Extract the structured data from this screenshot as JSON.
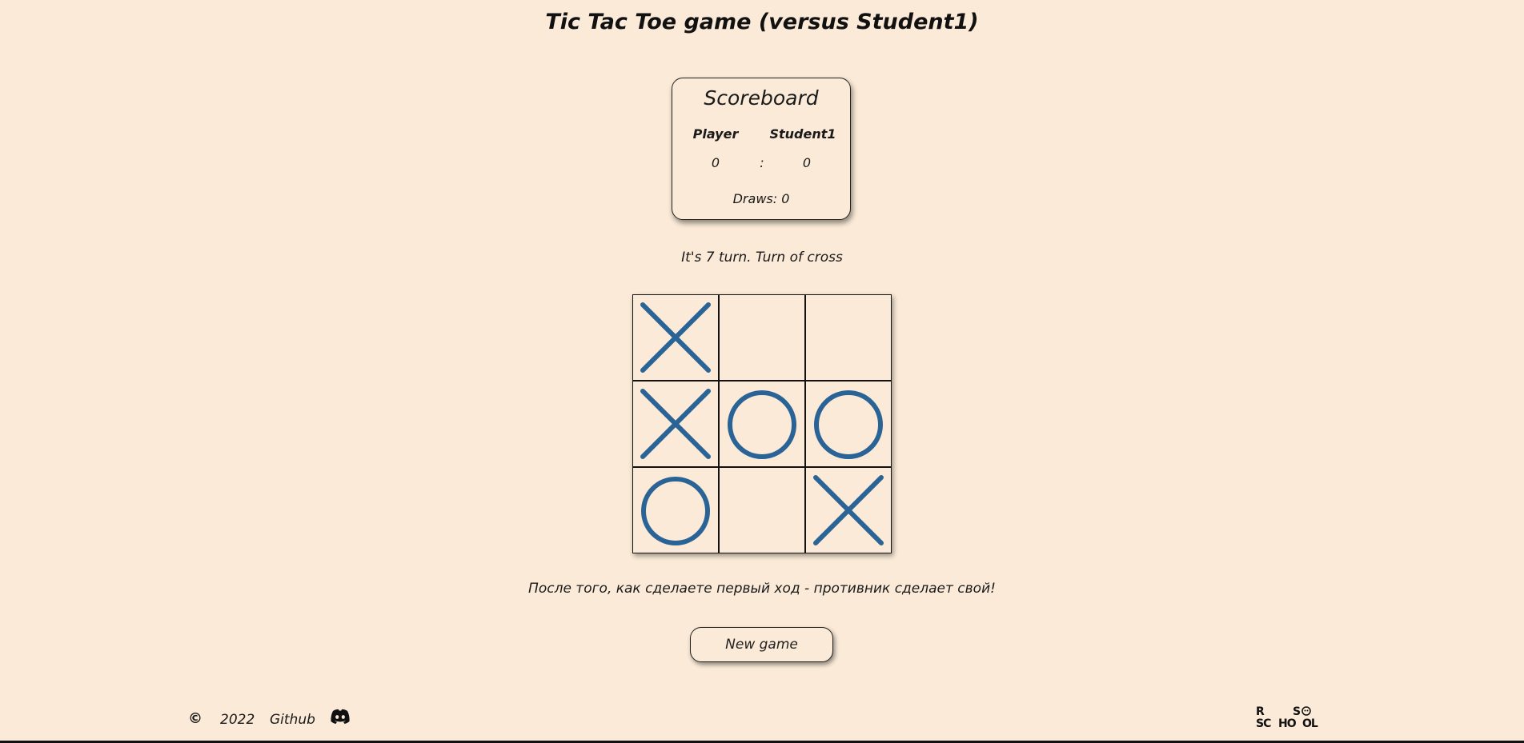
{
  "header": {
    "title": "Tic Tac Toe game (versus Student1)"
  },
  "scoreboard": {
    "title": "Scoreboard",
    "player_name": "Player",
    "opponent_name": "Student1",
    "player_score": "0",
    "separator": ":",
    "opponent_score": "0",
    "draws": "Draws: 0"
  },
  "status": {
    "turn_text": "It's 7 turn. Turn of cross"
  },
  "board": {
    "cells": [
      "X",
      "",
      "",
      "X",
      "O",
      "O",
      "O",
      "",
      "X"
    ],
    "mark_color": "#2a6395"
  },
  "hint": {
    "text": "После того, как сделаете первый ход - противник сделает свой!"
  },
  "controls": {
    "new_game_label": "New game"
  },
  "footer": {
    "copyright_symbol": "©",
    "year": "2022",
    "github_label": "Github",
    "discord_icon": "discord-icon",
    "logo_icon": "rs-school-logo",
    "logo_text": "RS SCHOOL"
  },
  "colors": {
    "background": "#faead7",
    "mark": "#2a6395",
    "text": "#1a1a1a"
  }
}
